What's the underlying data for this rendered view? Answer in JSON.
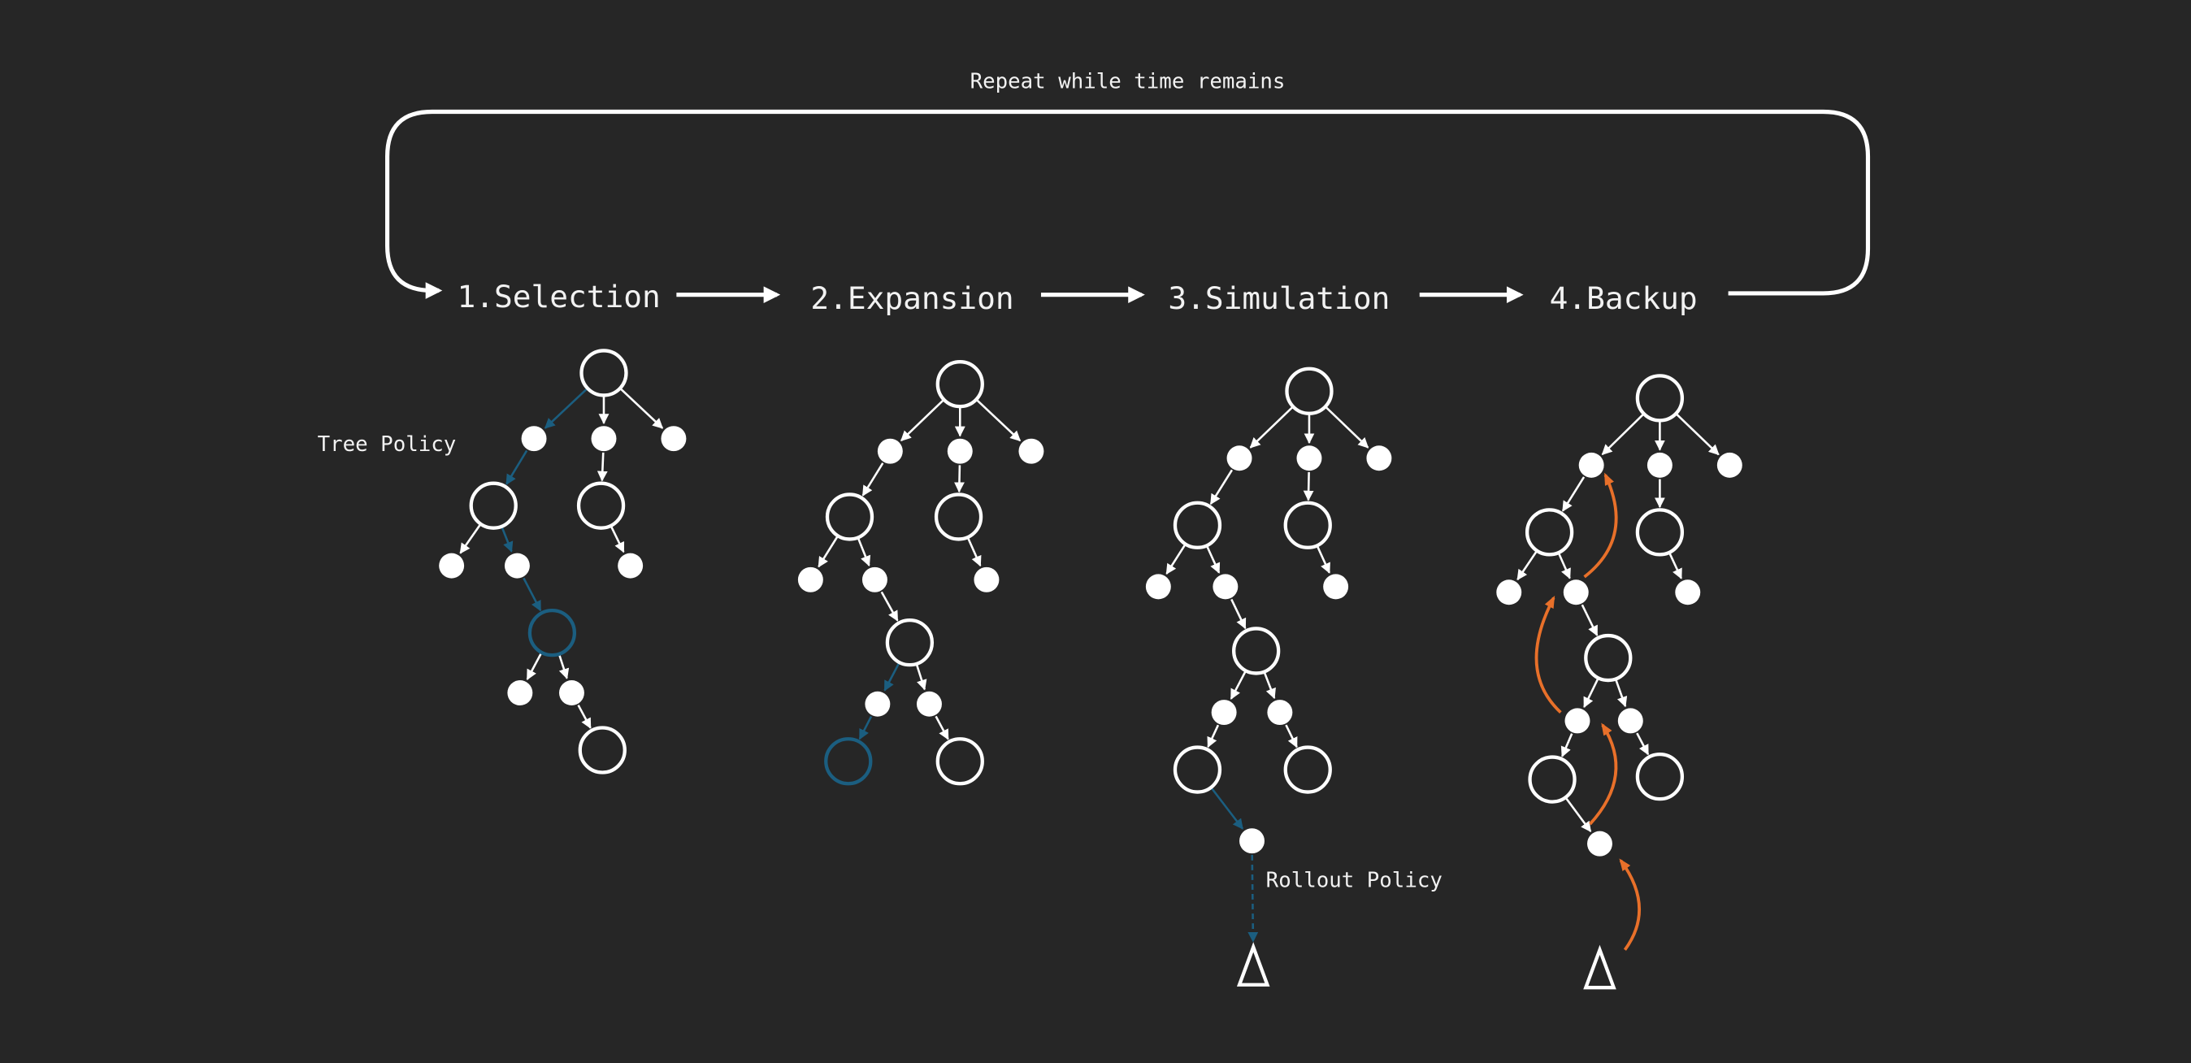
{
  "loop_label": "Repeat while time remains",
  "steps": [
    {
      "label": "1.Selection"
    },
    {
      "label": "2.Expansion"
    },
    {
      "label": "3.Simulation"
    },
    {
      "label": "4.Backup"
    }
  ],
  "annotations": {
    "tree_policy": "Tree Policy",
    "rollout_policy": "Rollout Policy"
  },
  "colors": {
    "background": "#262626",
    "foreground": "#ffffff",
    "selection_path": "#1b5e80",
    "backup_path": "#e8702a"
  }
}
